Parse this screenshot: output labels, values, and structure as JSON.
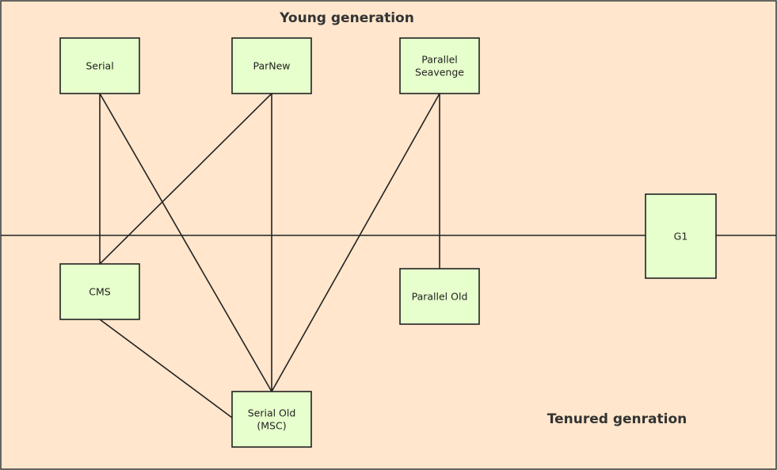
{
  "colors": {
    "background": "#ffe6cc",
    "border": "#333333",
    "node_fill": "#e6ffcc",
    "line": "#222222"
  },
  "regions": {
    "young": "Young generation",
    "tenured": "Tenured genration"
  },
  "nodes": {
    "serial": [
      "Serial"
    ],
    "parnew": [
      "ParNew"
    ],
    "parallel_scavenge": [
      "Parallel",
      "Seavenge"
    ],
    "cms": [
      "CMS"
    ],
    "parallel_old": [
      "Parallel Old"
    ],
    "serial_old": [
      "Serial Old",
      "(MSC)"
    ],
    "g1": [
      "G1"
    ]
  },
  "edges": [
    [
      "serial",
      "cms"
    ],
    [
      "serial",
      "serial_old"
    ],
    [
      "parnew",
      "cms"
    ],
    [
      "parnew",
      "serial_old"
    ],
    [
      "parallel_scavenge",
      "serial_old"
    ],
    [
      "parallel_scavenge",
      "parallel_old"
    ],
    [
      "cms",
      "serial_old"
    ]
  ]
}
